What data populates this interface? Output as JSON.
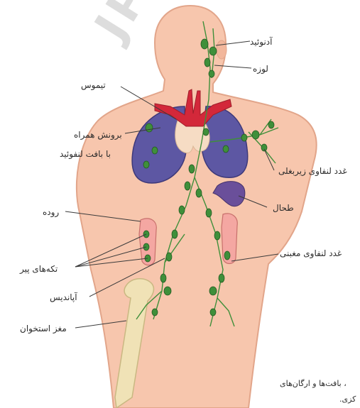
{
  "watermark": "JPH",
  "labels": {
    "adenoid": "آدنوئید",
    "tonsil": "لوزه",
    "thymus": "تیموس",
    "bronchus_line1": "برونش همراه",
    "bronchus_line2": "با بافت لنفوئید",
    "axillary_node": "غدد لنفاوی زیربغلی",
    "spleen": "طحال",
    "intestine": "روده",
    "inguinal_node": "غدد لنفاوی مغبنی",
    "peyer_patches": "تکه‌های پیر",
    "appendix": "آپاندیس",
    "bone_marrow": "مغز استخوان"
  },
  "caption": {
    "line1": "، بافت‌ها و ارگان‌های",
    "line2": "کزی."
  },
  "colors": {
    "skin": "#f7c6ad",
    "skin_edge": "#e2a58a",
    "lung": "#5d57a3",
    "vessel_red": "#d3283a",
    "lymph_green": "#3f8f3a",
    "bone": "#f0e2b6",
    "intestine": "#f4a7a2"
  }
}
